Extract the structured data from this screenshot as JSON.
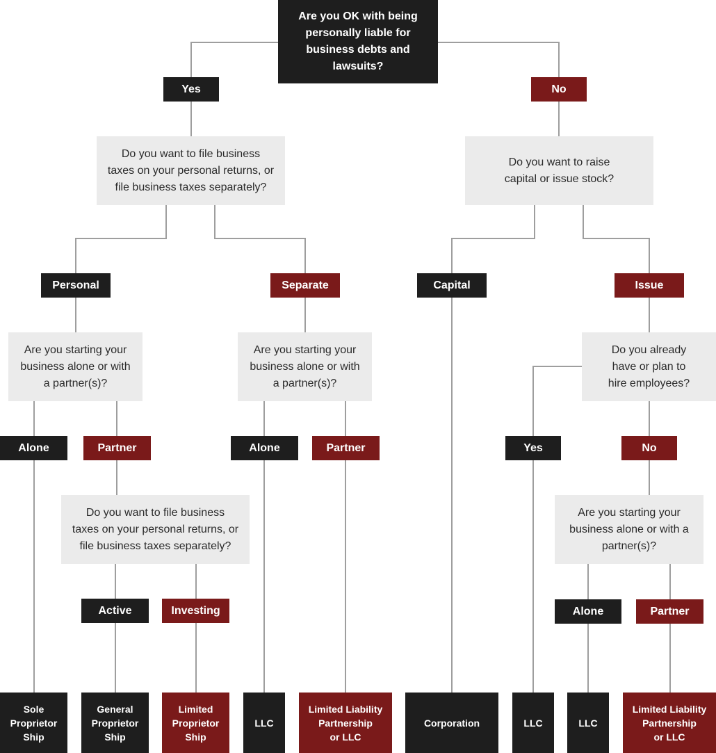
{
  "root_question": "Are you OK with being\npersonally liable for\nbusiness debts and\nlawsuits?",
  "yes_branch": {
    "label": "Yes",
    "question": "Do you want to file business\ntaxes on your personal returns, or\nfile business taxes separately?",
    "personal": {
      "label": "Personal",
      "question": "Are you starting your\nbusiness alone or with\na partner(s)?",
      "alone": {
        "label": "Alone",
        "result": "Sole\nProprietor\nShip"
      },
      "partner": {
        "label": "Partner",
        "question": "Do you want to file business\ntaxes on your personal returns, or\nfile business taxes separately?",
        "active": {
          "label": "Active",
          "result": "General\nProprietor\nShip"
        },
        "investing": {
          "label": "Investing",
          "result": "Limited\nProprietor\nShip"
        }
      }
    },
    "separate": {
      "label": "Separate",
      "question": "Are you starting your\nbusiness alone or with\na partner(s)?",
      "alone": {
        "label": "Alone",
        "result": "LLC"
      },
      "partner": {
        "label": "Partner",
        "result": "Limited Liability\nPartnership\nor LLC"
      }
    }
  },
  "no_branch": {
    "label": "No",
    "question": "Do you want to raise\ncapital or issue stock?",
    "capital": {
      "label": "Capital",
      "result": "Corporation"
    },
    "issue": {
      "label": "Issue",
      "question": "Do you already\nhave or plan to\nhire employees?",
      "yes": {
        "label": "Yes",
        "result": "LLC"
      },
      "no": {
        "label": "No",
        "question": "Are you starting your\nbusiness alone or with a\npartner(s)?",
        "alone": {
          "label": "Alone",
          "result": "LLC"
        },
        "partner": {
          "label": "Partner",
          "result": "Limited Liability\nPartnership\nor LLC"
        }
      }
    }
  },
  "colors": {
    "dark": "#1e1e1e",
    "red": "#7a1a1a",
    "question_bg": "#ebebeb",
    "connector": "#9e9e9e"
  }
}
